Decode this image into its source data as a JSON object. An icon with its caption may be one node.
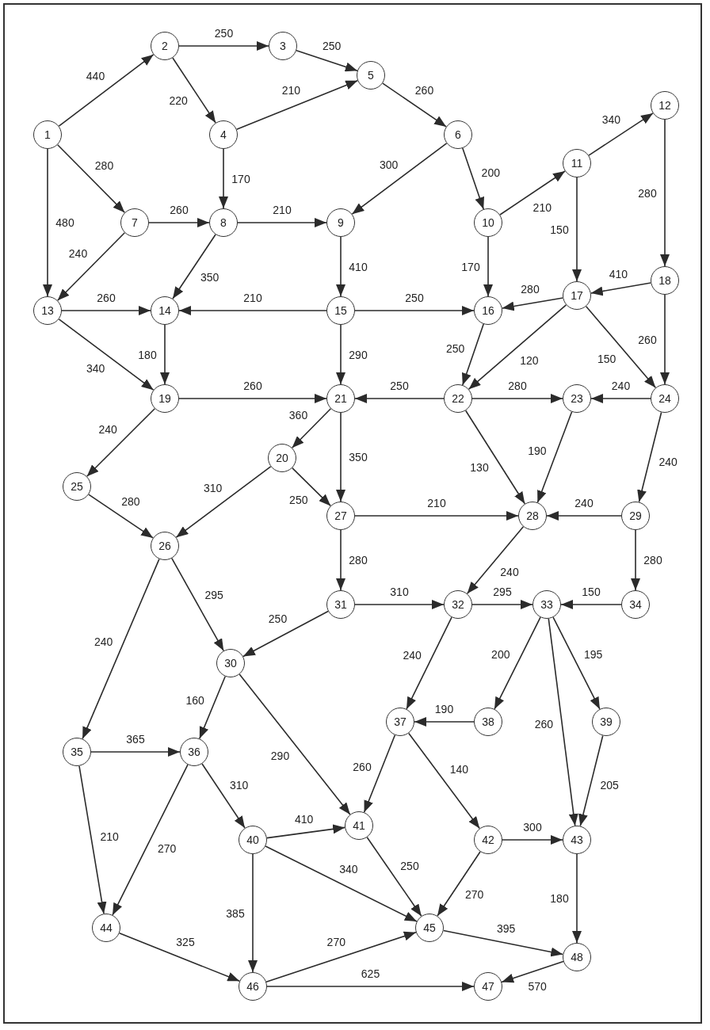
{
  "diagram": {
    "nodes": [
      {
        "text": [
          "1"
        ]
      },
      {
        "text": [
          "2"
        ]
      },
      {
        "text": [
          "3"
        ]
      },
      {
        "text": [
          "4"
        ]
      },
      {
        "text": [
          "5"
        ]
      },
      {
        "text": [
          "6"
        ]
      },
      {
        "text": [
          "7"
        ]
      },
      {
        "text": [
          "8"
        ]
      },
      {
        "text": [
          "9"
        ]
      },
      {
        "text": [
          "10"
        ]
      },
      {
        "text": [
          "11"
        ]
      },
      {
        "text": [
          "12"
        ]
      },
      {
        "text": [
          "13"
        ]
      },
      {
        "text": [
          "14"
        ]
      },
      {
        "text": [
          "15"
        ]
      },
      {
        "text": [
          "16"
        ]
      },
      {
        "text": [
          "17"
        ]
      },
      {
        "text": [
          "18"
        ]
      },
      {
        "text": [
          "19"
        ]
      },
      {
        "text": [
          "20"
        ]
      },
      {
        "text": [
          "21"
        ]
      },
      {
        "text": [
          "22"
        ]
      },
      {
        "text": [
          "23"
        ]
      },
      {
        "text": [
          "24"
        ]
      },
      {
        "text": [
          "25"
        ]
      },
      {
        "text": [
          "26"
        ]
      },
      {
        "text": [
          "27"
        ]
      },
      {
        "text": [
          "28"
        ]
      },
      {
        "text": [
          "29"
        ]
      },
      {
        "text": [
          "30"
        ]
      },
      {
        "text": [
          "31"
        ]
      },
      {
        "text": [
          "32"
        ]
      },
      {
        "text": [
          "33"
        ]
      },
      {
        "text": [
          "34"
        ]
      },
      {
        "text": [
          "35"
        ]
      },
      {
        "text": [
          "36"
        ]
      },
      {
        "text": [
          "37"
        ]
      },
      {
        "text": [
          "38"
        ]
      },
      {
        "text": [
          "39"
        ]
      },
      {
        "text": [
          "40"
        ]
      },
      {
        "text": [
          "41"
        ]
      },
      {
        "text": [
          "42"
        ]
      },
      {
        "text": [
          "43"
        ]
      },
      {
        "text": [
          "44"
        ]
      },
      {
        "text": [
          "45"
        ]
      },
      {
        "text": [
          "46"
        ]
      },
      {
        "text": [
          "47"
        ]
      },
      {
        "text": [
          "48"
        ]
      }
    ],
    "edges": [
      {
        "from": 0,
        "to": 1,
        "arrow": "to",
        "label": "440"
      },
      {
        "from": 1,
        "to": 2,
        "arrow": "to",
        "label": "250"
      },
      {
        "from": 2,
        "to": 4,
        "arrow": "to",
        "label": "250"
      },
      {
        "from": 1,
        "to": 3,
        "arrow": "to",
        "label": "220"
      },
      {
        "from": 3,
        "to": 4,
        "arrow": "to",
        "label": "210"
      },
      {
        "from": 4,
        "to": 5,
        "arrow": "to",
        "label": "260"
      },
      {
        "from": 0,
        "to": 6,
        "arrow": "to",
        "label": "280"
      },
      {
        "from": 0,
        "to": 12,
        "arrow": "to",
        "label": "480"
      },
      {
        "from": 3,
        "to": 7,
        "arrow": "to",
        "label": "170"
      },
      {
        "from": 6,
        "to": 7,
        "arrow": "to",
        "label": "260"
      },
      {
        "from": 7,
        "to": 8,
        "arrow": "to",
        "label": "210"
      },
      {
        "from": 5,
        "to": 8,
        "arrow": "to",
        "label": "300"
      },
      {
        "from": 5,
        "to": 9,
        "arrow": "to",
        "label": "200"
      },
      {
        "from": 9,
        "to": 10,
        "arrow": "to",
        "label": "210"
      },
      {
        "from": 10,
        "to": 11,
        "arrow": "to",
        "label": "340"
      },
      {
        "from": 6,
        "to": 12,
        "arrow": "to",
        "label": "240"
      },
      {
        "from": 7,
        "to": 13,
        "arrow": "to",
        "label": "350"
      },
      {
        "from": 8,
        "to": 14,
        "arrow": "to",
        "label": "410"
      },
      {
        "from": 12,
        "to": 13,
        "arrow": "to",
        "label": "260"
      },
      {
        "from": 14,
        "to": 13,
        "arrow": "to",
        "label": "210"
      },
      {
        "from": 14,
        "to": 15,
        "arrow": "to",
        "label": "250"
      },
      {
        "from": 9,
        "to": 15,
        "arrow": "to",
        "label": "170"
      },
      {
        "from": 10,
        "to": 16,
        "arrow": "to",
        "label": "150"
      },
      {
        "from": 11,
        "to": 17,
        "arrow": "to",
        "label": "280"
      },
      {
        "from": 17,
        "to": 16,
        "arrow": "to",
        "label": "410"
      },
      {
        "from": 16,
        "to": 15,
        "arrow": "to",
        "label": "280"
      },
      {
        "from": 12,
        "to": 18,
        "arrow": "to",
        "label": "340"
      },
      {
        "from": 13,
        "to": 18,
        "arrow": "to",
        "label": "180"
      },
      {
        "from": 14,
        "to": 20,
        "arrow": "to",
        "label": "290"
      },
      {
        "from": 15,
        "to": 21,
        "arrow": "to",
        "label": "250"
      },
      {
        "from": 16,
        "to": 21,
        "arrow": "to",
        "label": "120"
      },
      {
        "from": 16,
        "to": 23,
        "arrow": "to",
        "label": "150"
      },
      {
        "from": 17,
        "to": 23,
        "arrow": "to",
        "label": "260"
      },
      {
        "from": 18,
        "to": 20,
        "arrow": "to",
        "label": "260"
      },
      {
        "from": 21,
        "to": 20,
        "arrow": "to",
        "label": "250"
      },
      {
        "from": 21,
        "to": 22,
        "arrow": "to",
        "label": "280"
      },
      {
        "from": 23,
        "to": 22,
        "arrow": "to",
        "label": "240"
      },
      {
        "from": 20,
        "to": 19,
        "arrow": "to",
        "label": "360"
      },
      {
        "from": 20,
        "to": 26,
        "arrow": "to",
        "label": "350"
      },
      {
        "from": 18,
        "to": 24,
        "arrow": "to",
        "label": "240"
      },
      {
        "from": 19,
        "to": 25,
        "arrow": "to",
        "label": "310"
      },
      {
        "from": 19,
        "to": 26,
        "arrow": "to",
        "label": "250"
      },
      {
        "from": 24,
        "to": 25,
        "arrow": "to",
        "label": "280"
      },
      {
        "from": 21,
        "to": 27,
        "arrow": "to",
        "label": "130"
      },
      {
        "from": 22,
        "to": 27,
        "arrow": "to",
        "label": "190"
      },
      {
        "from": 23,
        "to": 28,
        "arrow": "to",
        "label": "240"
      },
      {
        "from": 26,
        "to": 27,
        "arrow": "to",
        "label": "210"
      },
      {
        "from": 28,
        "to": 27,
        "arrow": "to",
        "label": "240"
      },
      {
        "from": 26,
        "to": 30,
        "arrow": "to",
        "label": "280"
      },
      {
        "from": 27,
        "to": 31,
        "arrow": "to",
        "label": "240"
      },
      {
        "from": 28,
        "to": 33,
        "arrow": "to",
        "label": "280"
      },
      {
        "from": 25,
        "to": 29,
        "arrow": "to",
        "label": "295"
      },
      {
        "from": 30,
        "to": 29,
        "arrow": "to",
        "label": "250"
      },
      {
        "from": 30,
        "to": 31,
        "arrow": "to",
        "label": "310"
      },
      {
        "from": 31,
        "to": 32,
        "arrow": "to",
        "label": "295"
      },
      {
        "from": 33,
        "to": 32,
        "arrow": "to",
        "label": "150"
      },
      {
        "from": 25,
        "to": 34,
        "arrow": "to",
        "label": "240"
      },
      {
        "from": 29,
        "to": 35,
        "arrow": "to",
        "label": "160"
      },
      {
        "from": 29,
        "to": 40,
        "arrow": "to",
        "label": "290"
      },
      {
        "from": 31,
        "to": 36,
        "arrow": "to",
        "label": "240"
      },
      {
        "from": 32,
        "to": 37,
        "arrow": "to",
        "label": "200"
      },
      {
        "from": 37,
        "to": 36,
        "arrow": "to",
        "label": "190"
      },
      {
        "from": 32,
        "to": 42,
        "arrow": "to",
        "label": "260"
      },
      {
        "from": 32,
        "to": 38,
        "arrow": "to",
        "label": "195"
      },
      {
        "from": 38,
        "to": 42,
        "arrow": "to",
        "label": "205"
      },
      {
        "from": 34,
        "to": 35,
        "arrow": "to",
        "label": "365"
      },
      {
        "from": 34,
        "to": 43,
        "arrow": "to",
        "label": "210"
      },
      {
        "from": 35,
        "to": 43,
        "arrow": "to",
        "label": "270"
      },
      {
        "from": 35,
        "to": 39,
        "arrow": "to",
        "label": "310"
      },
      {
        "from": 39,
        "to": 40,
        "arrow": "to",
        "label": "410"
      },
      {
        "from": 36,
        "to": 40,
        "arrow": "to",
        "label": "260"
      },
      {
        "from": 36,
        "to": 41,
        "arrow": "to",
        "label": "140"
      },
      {
        "from": 41,
        "to": 42,
        "arrow": "to",
        "label": "300"
      },
      {
        "from": 39,
        "to": 44,
        "arrow": "to",
        "label": "340"
      },
      {
        "from": 40,
        "to": 44,
        "arrow": "to",
        "label": "250"
      },
      {
        "from": 41,
        "to": 44,
        "arrow": "to",
        "label": "270"
      },
      {
        "from": 39,
        "to": 45,
        "arrow": "to",
        "label": "385"
      },
      {
        "from": 43,
        "to": 45,
        "arrow": "to",
        "label": "325"
      },
      {
        "from": 45,
        "to": 44,
        "arrow": "to",
        "label": "270"
      },
      {
        "from": 44,
        "to": 47,
        "arrow": "to",
        "label": "395"
      },
      {
        "from": 42,
        "to": 47,
        "arrow": "to",
        "label": "180"
      },
      {
        "from": 45,
        "to": 46,
        "arrow": "to",
        "label": "625"
      },
      {
        "from": 47,
        "to": 46,
        "arrow": "to",
        "label": "570"
      }
    ]
  }
}
